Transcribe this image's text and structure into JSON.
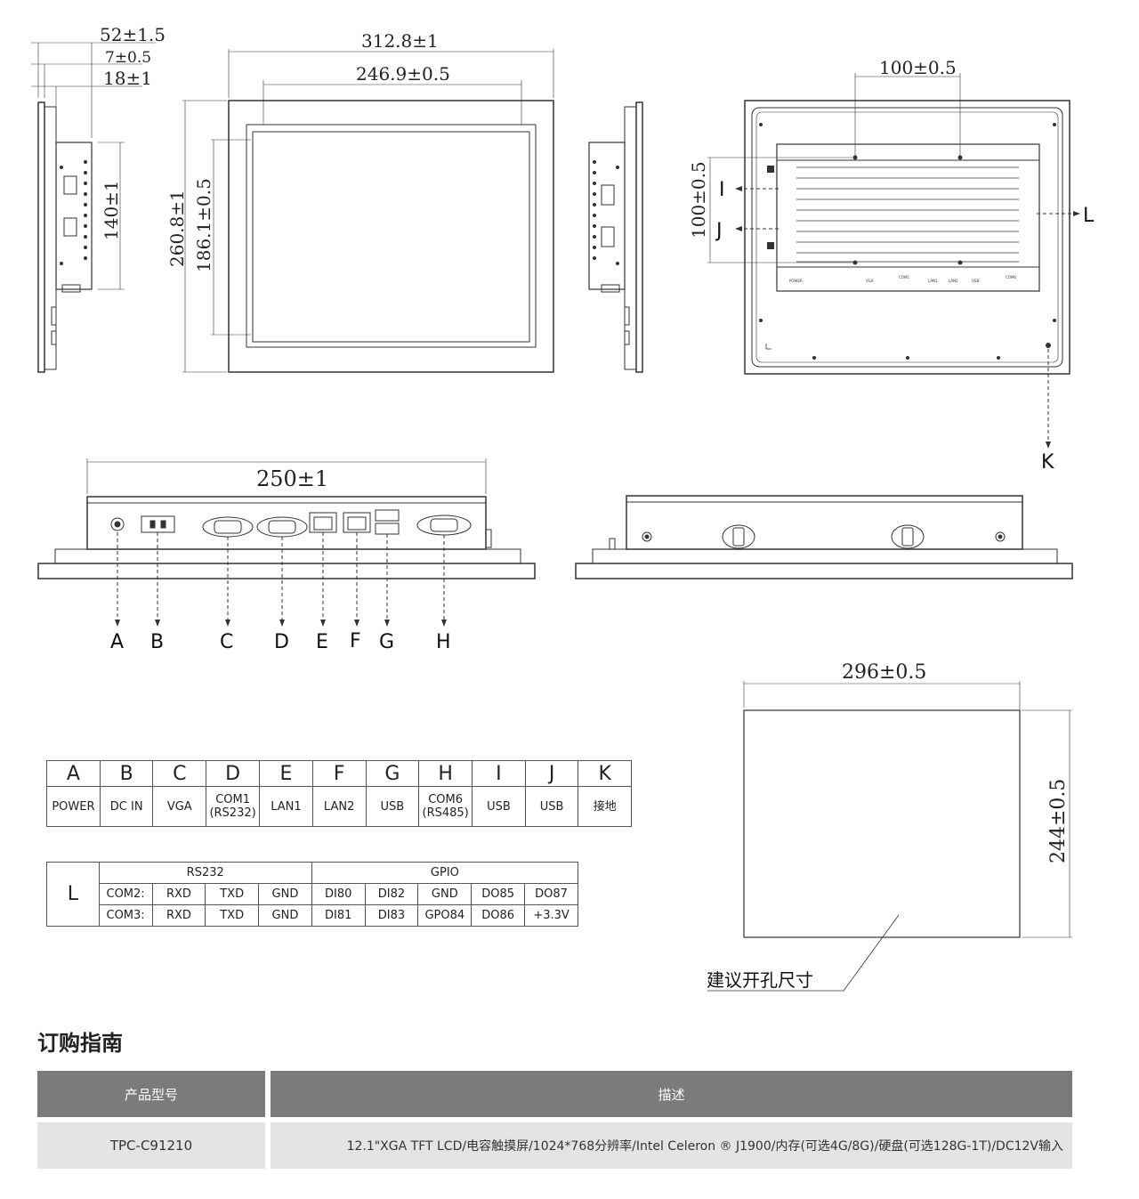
{
  "dimensions": {
    "side_depth": "52±1.5",
    "side_lip": "7±0.5",
    "side_mid": "18±1",
    "side_height": "140±1",
    "front_width": "312.8±1",
    "front_screen_width": "246.9±0.5",
    "front_height": "260.8±1",
    "front_screen_height": "186.1±0.5",
    "rear_vesa_h": "100±0.5",
    "rear_vesa_v": "100±0.5",
    "bottom_width": "250±1",
    "cutout_width": "296±0.5",
    "cutout_height": "244±0.5"
  },
  "callouts": [
    "A",
    "B",
    "C",
    "D",
    "E",
    "F",
    "G",
    "H",
    "I",
    "J",
    "K",
    "L"
  ],
  "cutout_label": "建议开孔尺寸",
  "rear_silk": [
    "POWER",
    "VGA",
    "COM1",
    "LAN1",
    "LAN2",
    "USB",
    "COM6"
  ],
  "port_table": {
    "letters": [
      "A",
      "B",
      "C",
      "D",
      "E",
      "F",
      "G",
      "H",
      "I",
      "J",
      "K"
    ],
    "names": [
      "POWER",
      "DC IN",
      "VGA",
      "COM1\n(RS232)",
      "LAN1",
      "LAN2",
      "USB",
      "COM6\n(RS485)",
      "USB",
      "USB",
      "接地"
    ]
  },
  "pin_table": {
    "label": "L",
    "groups": [
      "RS232",
      "GPIO"
    ],
    "rows": [
      [
        "COM2:",
        "RXD",
        "TXD",
        "GND",
        "DI80",
        "DI82",
        "GND",
        "DO85",
        "DO87"
      ],
      [
        "COM3:",
        "RXD",
        "TXD",
        "GND",
        "DI81",
        "DI83",
        "GPO84",
        "DO86",
        "+3.3V"
      ]
    ]
  },
  "ordering": {
    "title": "订购指南",
    "header_model": "产品型号",
    "header_desc": "描述",
    "model": "TPC-C91210",
    "description": "12.1\"XGA TFT LCD/电容触摸屏/1024*768分辨率/Intel Celeron ® J1900/内存(可选4G/8G)/硬盘(可选128G-1T)/DC12V输入"
  }
}
